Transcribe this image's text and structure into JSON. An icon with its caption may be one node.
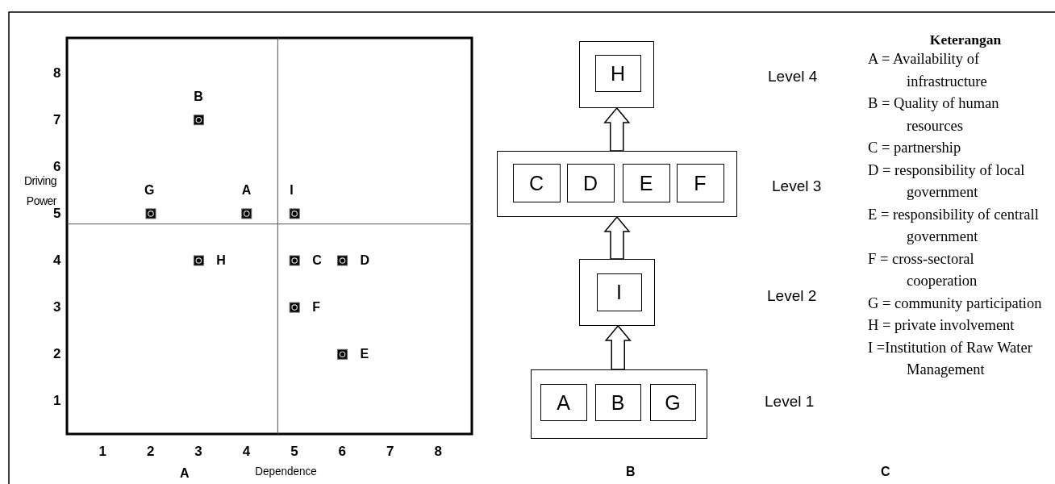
{
  "diagram": {
    "nodes": [
      {
        "text": [],
        "shape": "box"
      },
      {
        "text": [
          "H"
        ],
        "in": 0
      },
      {
        "text": [],
        "shape": "box"
      },
      {
        "text": [
          "C"
        ],
        "in": 2
      },
      {
        "text": [
          "D"
        ],
        "in": 2
      },
      {
        "text": [
          "E"
        ],
        "in": 2
      },
      {
        "text": [
          "F"
        ],
        "in": 2
      },
      {
        "text": [],
        "shape": "box"
      },
      {
        "text": [
          "I"
        ],
        "in": 7
      },
      {
        "text": [],
        "shape": "box"
      },
      {
        "text": [
          "A"
        ],
        "in": 9
      },
      {
        "text": [
          "B"
        ],
        "in": 9
      },
      {
        "text": [
          "G"
        ],
        "in": 9
      }
    ],
    "edges": [
      {
        "from": 9,
        "to": 7,
        "arrow": "to"
      },
      {
        "from": 7,
        "to": 2,
        "arrow": "to"
      },
      {
        "from": 2,
        "to": 0,
        "arrow": "to"
      }
    ],
    "labels": [
      "Keterangan",
      "A = Availability of infrastructure",
      "B = Quality of human resources",
      "C = partnership",
      "D = responsibility of local government",
      "E = responsibility of centrall government",
      "F = cross-sectoral cooperation",
      "G = community participation",
      "H = private involvement",
      "I =Institution of Raw Water Management",
      "Level 4",
      "Level 3",
      "Level 2",
      "Level 1",
      "A",
      "B",
      "C"
    ],
    "chart_data": {
      "type": "scatter",
      "xlabel": "Dependence",
      "ylabel": "Driving Power",
      "xlim": [
        0.25,
        8.7
      ],
      "ylim": [
        0.3,
        8.75
      ],
      "xticks": [
        1,
        2,
        3,
        4,
        5,
        6,
        7,
        8
      ],
      "yticks": [
        1,
        2,
        3,
        4,
        5,
        6,
        7,
        8
      ],
      "ref_lines": [
        {
          "axis": "x",
          "value": 4.65
        },
        {
          "axis": "y",
          "value": 4.78
        }
      ],
      "x": [
        4,
        3,
        5,
        6,
        6,
        5,
        2,
        3,
        5
      ],
      "series": [
        {
          "color": "#000000",
          "values": [
            5,
            7,
            4,
            4,
            2,
            3,
            5,
            4,
            5
          ]
        }
      ],
      "value_labels": [
        "A",
        "B",
        "C",
        "D",
        "E",
        "F",
        "G",
        "H",
        "I"
      ]
    }
  }
}
